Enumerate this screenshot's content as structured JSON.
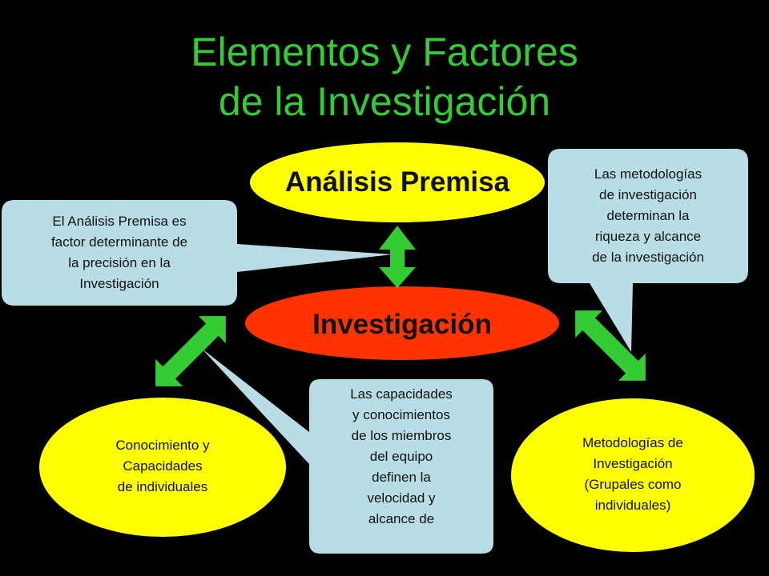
{
  "title": {
    "line1": "Elementos y Factores",
    "line2": "de la Investigación"
  },
  "nodes": {
    "analisis": "Análisis Premisa",
    "investigacion": "Investigación",
    "conocimiento": "Conocimiento y\nCapacidades\nde individuales",
    "metodologias": "Metodologías de\nInvestigación\n(Grupales como\nindividuales)"
  },
  "callouts": {
    "left": "El Análisis Premisa es\nfactor determinante de\nla precisión en la\nInvestigación",
    "right": "Las metodologías\nde investigación\ndeterminan la\nriqueza y alcance\nde la investigación",
    "bottom": "Las capacidades\ny conocimientos\nde los miembros\ndel equipo\ndefinen la\nvelocidad  y\nalcance de"
  },
  "colors": {
    "title": "#33cc33",
    "oval_yellow": "#ffff00",
    "oval_red": "#ff3300",
    "callout": "#b8dde6",
    "arrow": "#33cc33"
  }
}
